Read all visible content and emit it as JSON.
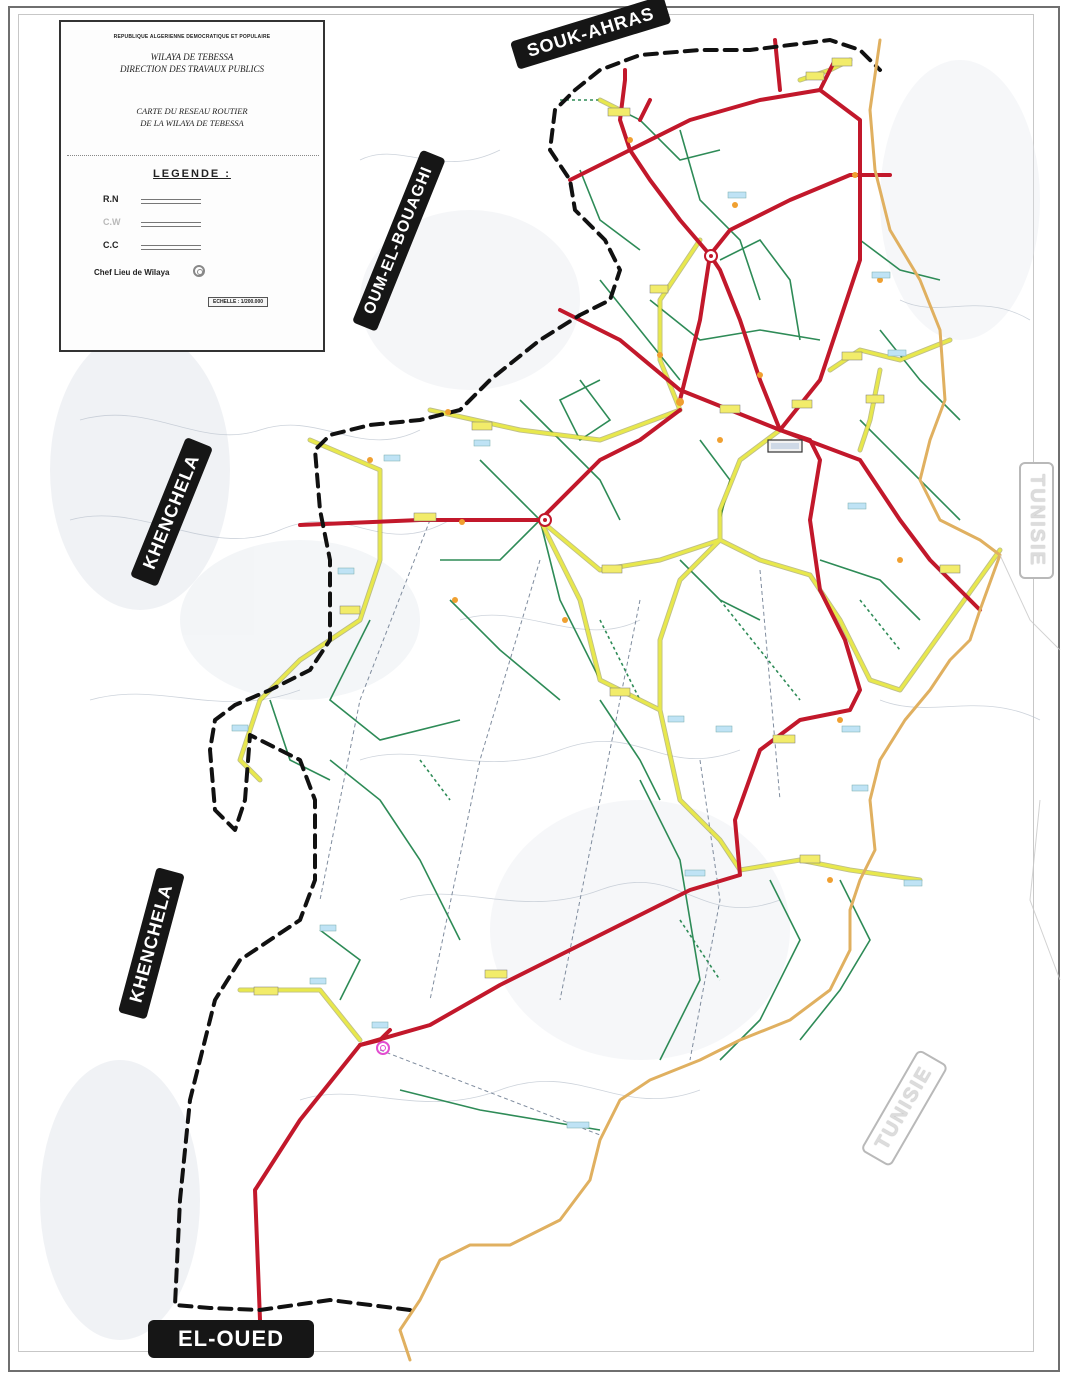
{
  "legend": {
    "republic": "REPUBLIQUE ALGERIENNE DEMOCRATIQUE ET POPULAIRE",
    "wilaya": "WILAYA DE TEBESSA",
    "direction": "DIRECTION DES TRAVAUX PUBLICS",
    "title_line1": "CARTE DU RESEAU ROUTIER",
    "title_line2": "DE LA WILAYA DE TEBESSA",
    "heading": "LEGENDE :",
    "items": [
      {
        "label": "R.N",
        "color": "#c2182b"
      },
      {
        "label": "C.W",
        "color": "#e5e54a"
      },
      {
        "label": "C.C",
        "color": "#2e8b57"
      }
    ],
    "chef_lieu": "Chef Lieu de Wilaya",
    "scale": "ECHELLE : 1/200.000"
  },
  "regions": {
    "souk_ahras": "SOUK-AHRAS",
    "oum_el_bouaghi": "OUM-EL-BOUAGHI",
    "khenchela_north": "KHENCHELA",
    "khenchela_south": "KHENCHELA",
    "el_oued": "EL-OUED",
    "tunisie_1": "TUNISIE",
    "tunisie_2": "TUNISIE"
  },
  "colors": {
    "national_road": "#c2182b",
    "wilaya_road": "#e5e54a",
    "communal_road": "#2e8b57",
    "wilaya_border": "#111111",
    "national_border": "#e0b060"
  }
}
